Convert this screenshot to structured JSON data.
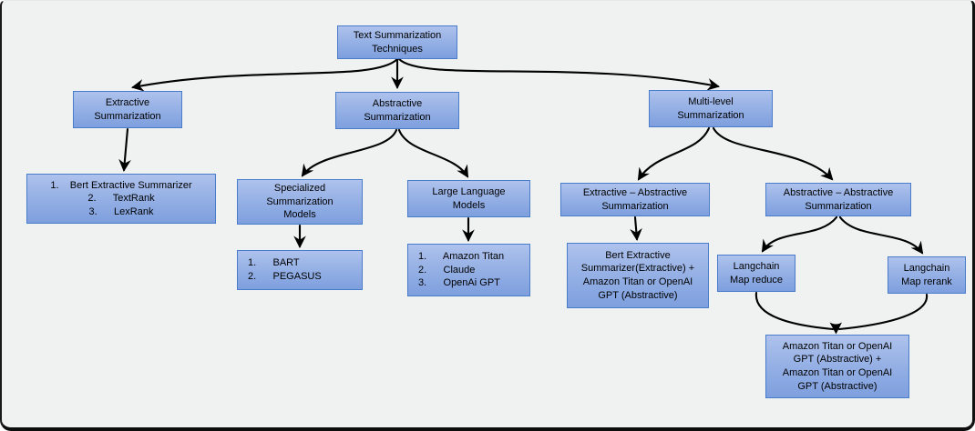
{
  "diagram": {
    "title": "Text Summarization Techniques",
    "colors": {
      "background": "#f0f1f1",
      "node_fill_top": "#aec2ec",
      "node_fill_bottom": "#7e9fde",
      "node_border": "#4a7ccc",
      "arrow": "#000000",
      "frame_border": "#111111"
    },
    "nodes": {
      "root": {
        "label": "Text Summarization\nTechniques"
      },
      "extractive": {
        "label": "Extractive\nSummarization"
      },
      "abstractive": {
        "label": "Abstractive\nSummarization"
      },
      "multilevel": {
        "label": "Multi-level\nSummarization"
      },
      "extractive_list": {
        "label": "1.    Bert Extractive Summarizer\n2.      TextRank\n3.      LexRank"
      },
      "specialized": {
        "label": "Specialized\nSummarization\nModels"
      },
      "llm": {
        "label": "Large Language\nModels"
      },
      "ext_abs": {
        "label": "Extractive – Abstractive\nSummarization"
      },
      "abs_abs": {
        "label": "Abstractive – Abstractive\nSummarization"
      },
      "specialized_list": {
        "label": "1.      BART\n2.      PEGASUS"
      },
      "llm_list": {
        "label": "1.      Amazon Titan\n2.      Claude\n3.      OpenAi GPT"
      },
      "bert_combo": {
        "label": "Bert Extractive\nSummarizer(Extractive) +\nAmazon Titan or OpenAI\nGPT (Abstractive)"
      },
      "map_reduce": {
        "label": "Langchain\nMap reduce"
      },
      "map_rerank": {
        "label": "Langchain\nMap rerank"
      },
      "final_combo": {
        "label": "Amazon Titan or OpenAI\nGPT (Abstractive) +\nAmazon Titan or OpenAI\nGPT (Abstractive)"
      }
    }
  }
}
